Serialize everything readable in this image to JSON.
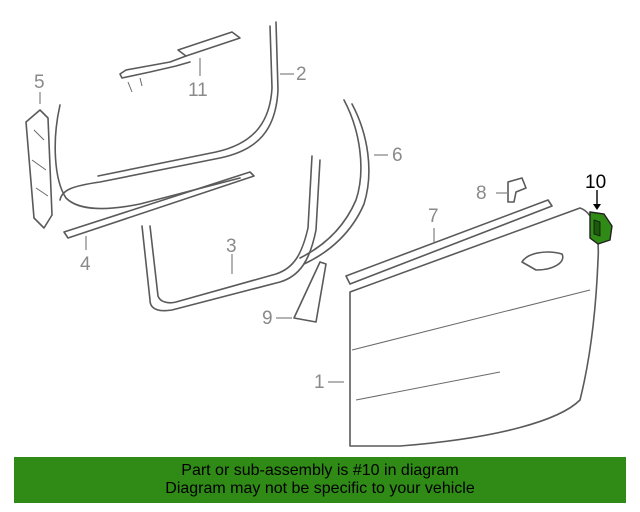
{
  "callouts": [
    "1",
    "2",
    "3",
    "4",
    "5",
    "6",
    "7",
    "8",
    "9",
    "10",
    "11"
  ],
  "highlight": {
    "part": "10",
    "color": "#2f8a16"
  },
  "banner": {
    "line1": "Part or sub-assembly is #10 in diagram",
    "line2": "Diagram may not be specific to your vehicle",
    "color": "#2f8a16"
  }
}
